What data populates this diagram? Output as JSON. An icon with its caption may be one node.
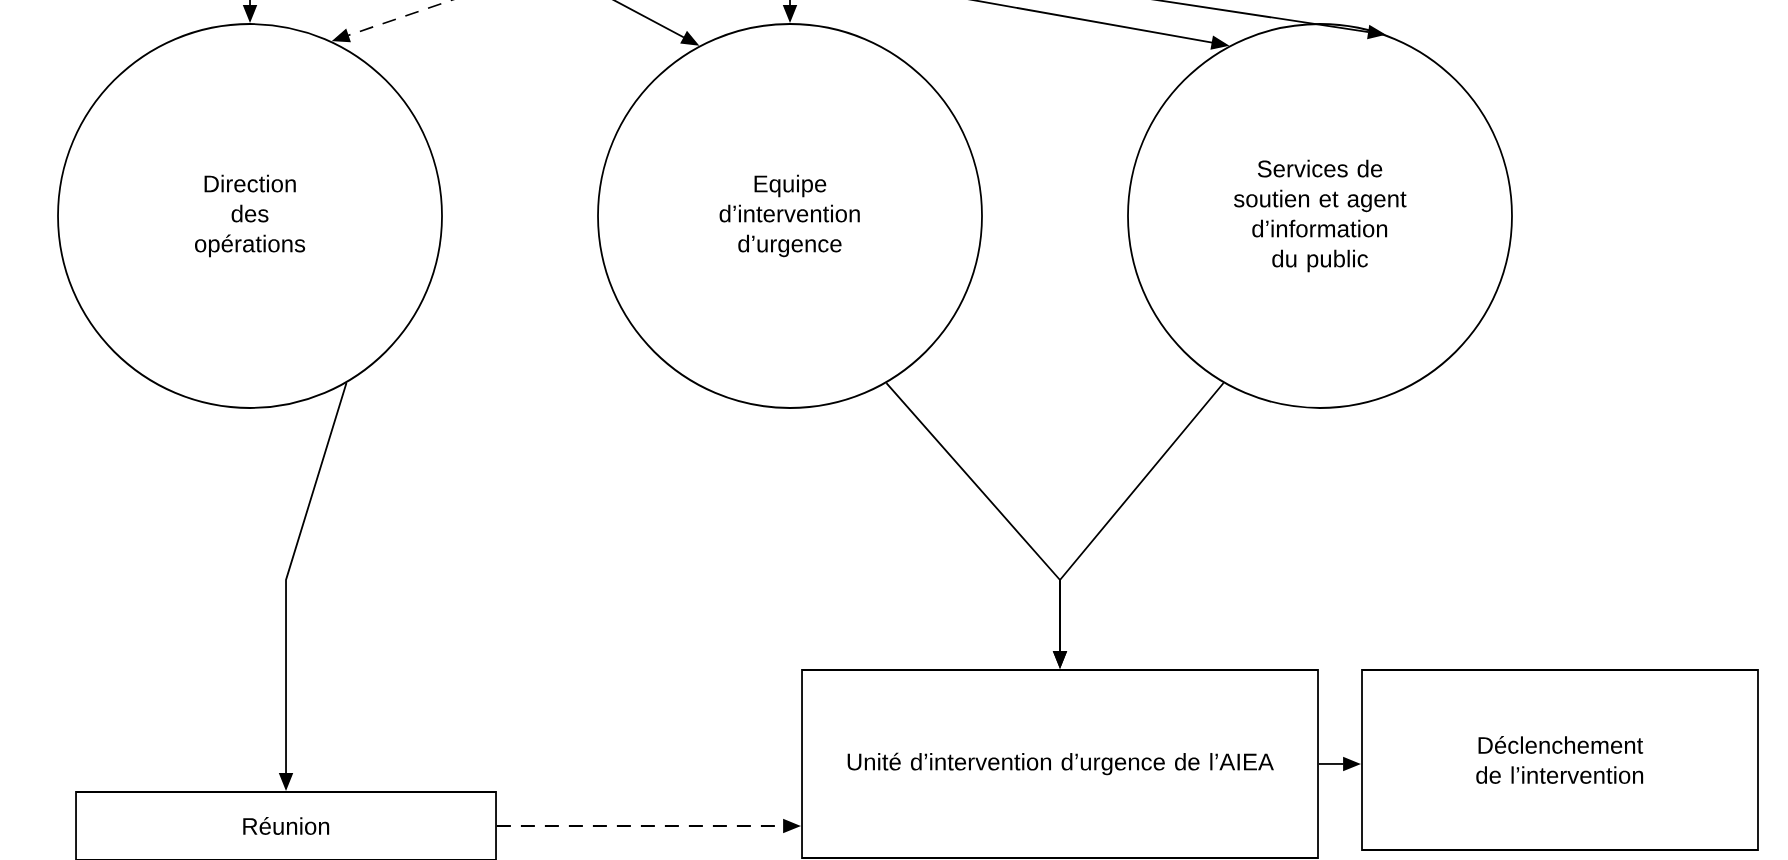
{
  "diagram": {
    "nodes": [
      {
        "text": [
          "Direction des opérations"
        ]
      },
      {
        "text": [
          "Equipe d’intervention d’urgence"
        ]
      },
      {
        "text": [
          "Services de soutien et agent d’information du public"
        ]
      },
      {
        "text": [
          "Réunion"
        ]
      },
      {
        "text": [
          "Unité d’intervention d’urgence de l’AIEA"
        ]
      },
      {
        "text": [
          "Déclenchement de l’intervention"
        ]
      }
    ],
    "edges": [
      {
        "from": null,
        "to": 0,
        "arrow": "to"
      },
      {
        "from": null,
        "to": 0,
        "arrow": "to",
        "style": "dashed"
      },
      {
        "from": null,
        "to": 1,
        "arrow": "to"
      },
      {
        "from": null,
        "to": 1,
        "arrow": "to"
      },
      {
        "from": null,
        "to": 2,
        "arrow": "to"
      },
      {
        "from": null,
        "to": 2,
        "arrow": "to"
      },
      {
        "from": 0,
        "to": 3,
        "arrow": "to"
      },
      {
        "from": 3,
        "to": 4,
        "arrow": "to",
        "style": "dashed"
      },
      {
        "from": 1,
        "to": 4,
        "arrow": "to"
      },
      {
        "from": 2,
        "to": 4,
        "arrow": "to"
      },
      {
        "from": 4,
        "to": 5,
        "arrow": "to"
      }
    ]
  }
}
